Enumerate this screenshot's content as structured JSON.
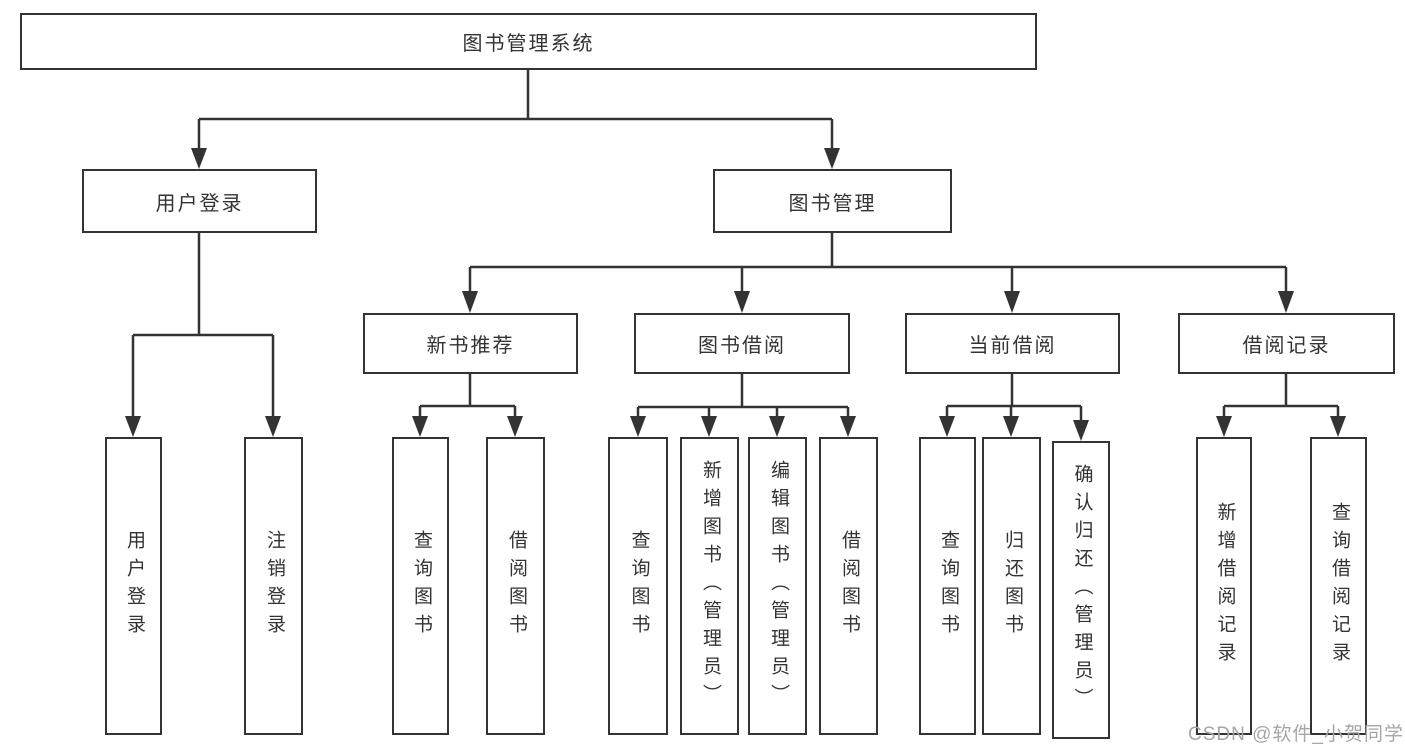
{
  "tree": {
    "root": {
      "label": "图书管理系统"
    },
    "branches": [
      {
        "label": "用户登录",
        "children": [
          {
            "label": "用户登录"
          },
          {
            "label": "注销登录"
          }
        ]
      },
      {
        "label": "图书管理",
        "children": [
          {
            "label": "新书推荐",
            "children": [
              {
                "label": "查询图书"
              },
              {
                "label": "借阅图书"
              }
            ]
          },
          {
            "label": "图书借阅",
            "children": [
              {
                "label": "查询图书"
              },
              {
                "label": "新增图书（管理员）"
              },
              {
                "label": "编辑图书（管理员）"
              },
              {
                "label": "借阅图书"
              }
            ]
          },
          {
            "label": "当前借阅",
            "children": [
              {
                "label": "查询图书"
              },
              {
                "label": "归还图书"
              },
              {
                "label": "确认归还（管理员）"
              }
            ]
          },
          {
            "label": "借阅记录",
            "children": [
              {
                "label": "新增借阅记录"
              },
              {
                "label": "查询借阅记录"
              }
            ]
          }
        ]
      }
    ]
  },
  "watermark": "CSDN @软件_小贺同学",
  "colors": {
    "line": "#333333",
    "box_fill": "#ffffff",
    "text": "#333333",
    "watermark": "#a6a6a6",
    "background": "#ffffff"
  }
}
